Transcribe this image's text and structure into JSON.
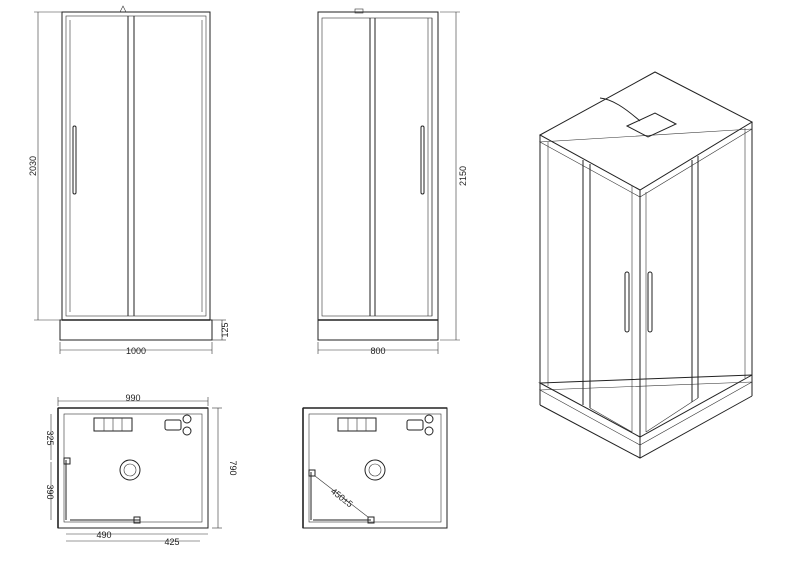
{
  "front_view_1000": {
    "height_label": "2030",
    "tray_height_label": "125",
    "width_label": "1000"
  },
  "side_view_800": {
    "height_label": "2150",
    "width_label": "800"
  },
  "plan_view_left": {
    "width_label": "990",
    "depth_label": "790",
    "offset_top_label": "325",
    "offset_side_label": "390",
    "bottom_left_label": "490",
    "bottom_right_label": "425"
  },
  "plan_view_right": {
    "diagonal_label": "450±5"
  }
}
